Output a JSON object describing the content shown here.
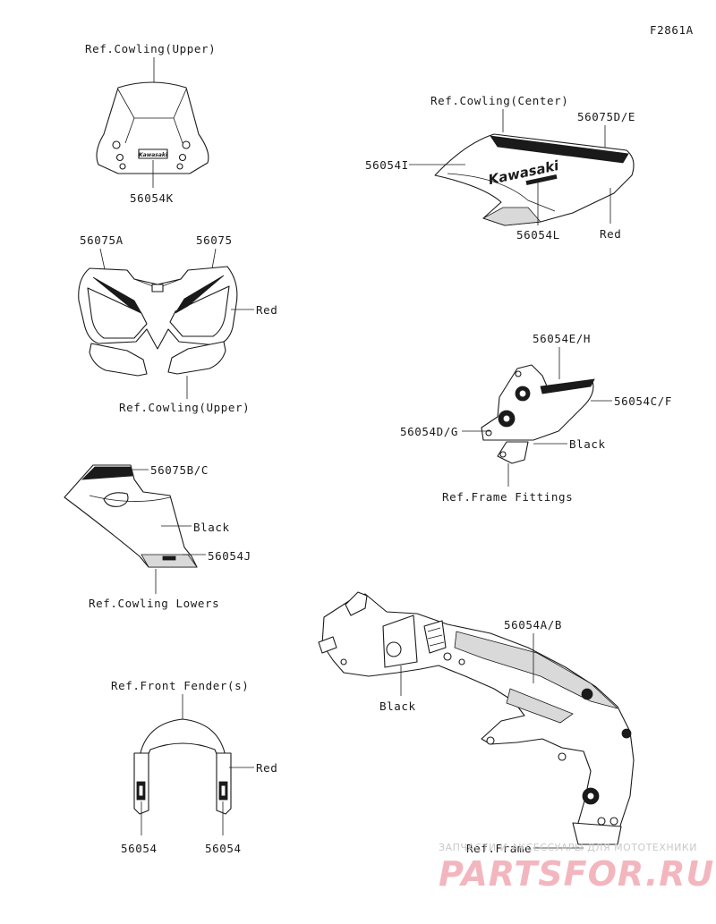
{
  "figure_id": "F2861A",
  "groups": {
    "cowl_upper_screen": {
      "ref_label": "Ref.Cowling(Upper)",
      "part": "56054K",
      "logo": "Kawasaki"
    },
    "headlight_cowl": {
      "part_left": "56075A",
      "part_right": "56075",
      "color": "Red",
      "ref_label": "Ref.Cowling(Upper)"
    },
    "cowl_center": {
      "ref_label": "Ref.Cowling(Center)",
      "part_stripe": "56075D/E",
      "part_panel": "56054I",
      "part_logo": "56054L",
      "color": "Red",
      "logo": "Kawasaki"
    },
    "cowl_lower": {
      "part_stripe": "56075B/C",
      "color": "Black",
      "part_panel": "56054J",
      "ref_label": "Ref.Cowling Lowers"
    },
    "frame_fittings": {
      "part_top": "56054E/H",
      "part_right": "56054C/F",
      "part_left": "56054D/G",
      "color": "Black",
      "ref_label": "Ref.Frame Fittings"
    },
    "frame": {
      "part": "56054A/B",
      "color": "Black",
      "ref_label": "Ref.Frame"
    },
    "front_fender": {
      "ref_label": "Ref.Front Fender(s)",
      "color": "Red",
      "part_left": "56054",
      "part_right": "56054"
    }
  },
  "watermark": {
    "line1": "ЗАПЧАСТИ И АКСЕССУАРЫ ДЛЯ МОТОТЕХНИКИ",
    "line2": "PARTSFOR.RU"
  }
}
